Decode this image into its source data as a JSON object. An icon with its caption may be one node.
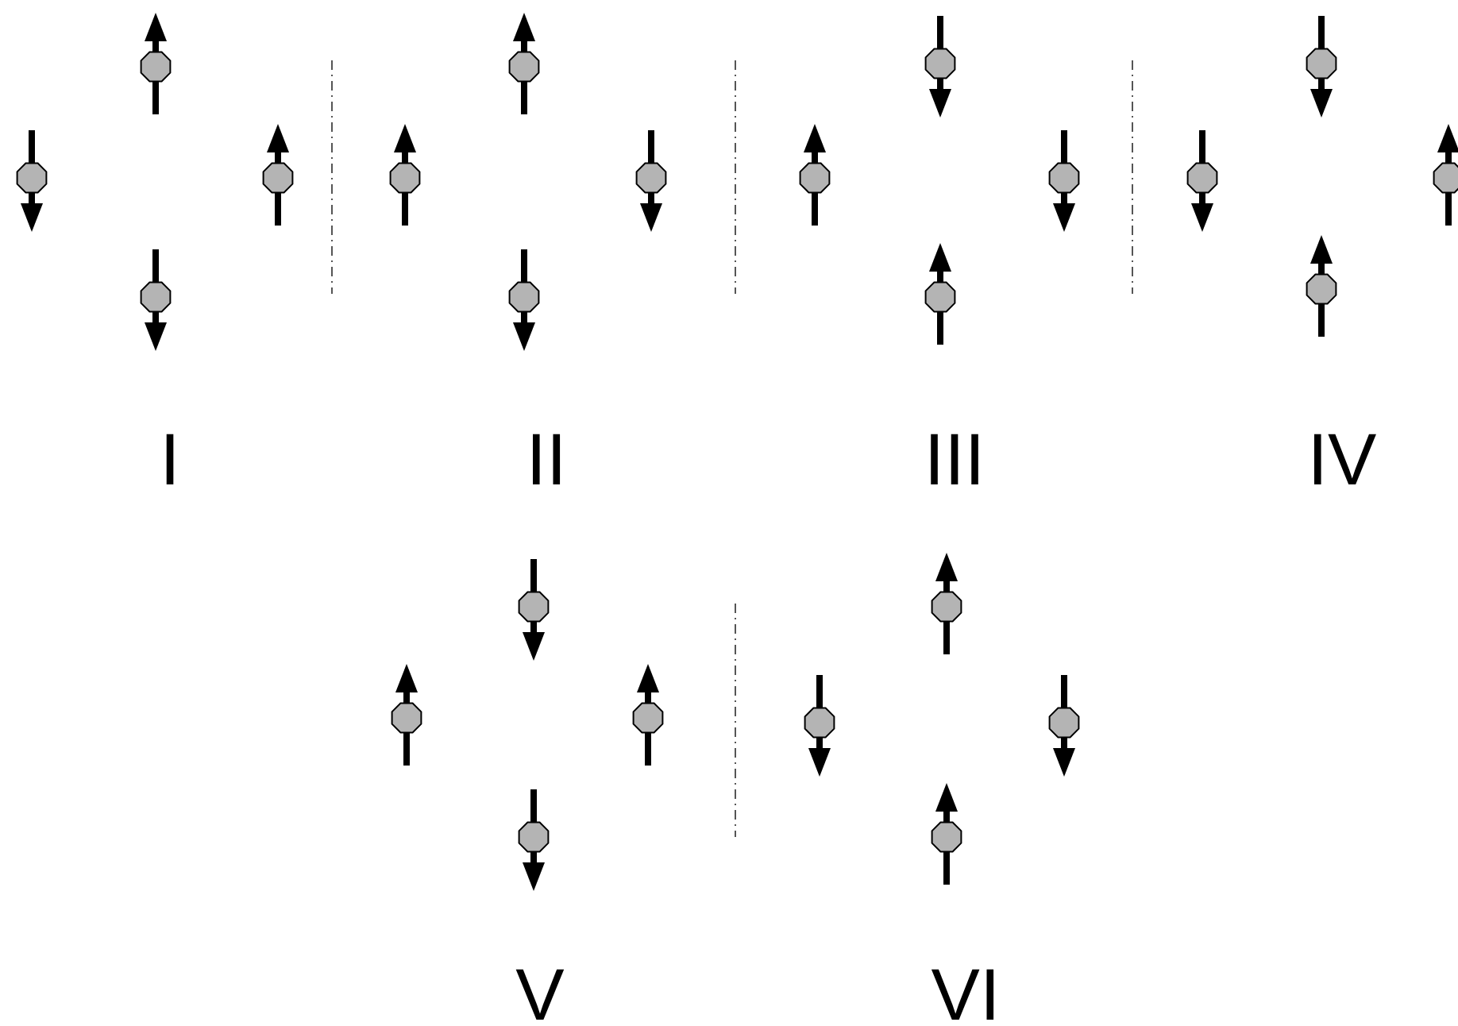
{
  "diagram": {
    "labels": [
      "I",
      "II",
      "III",
      "IV",
      "V",
      "VI"
    ]
  }
}
